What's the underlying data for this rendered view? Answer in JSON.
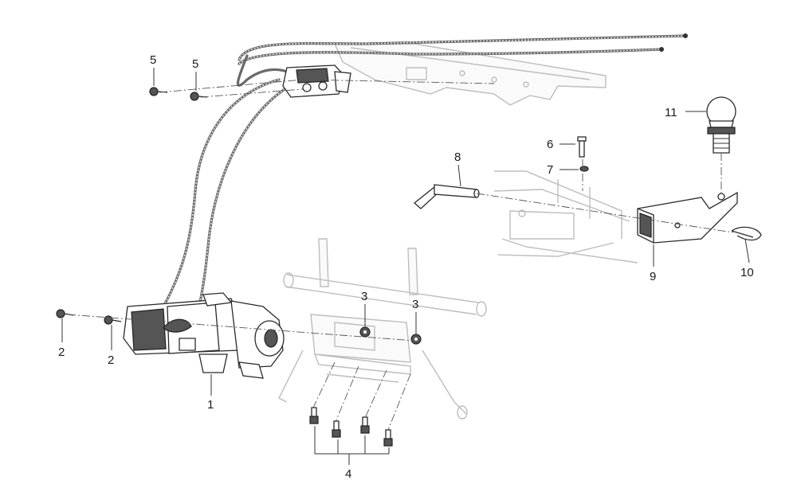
{
  "callouts": {
    "c1": "1",
    "c2a": "2",
    "c2b": "2",
    "c3a": "3",
    "c3b": "3",
    "c4": "4",
    "c5a": "5",
    "c5b": "5",
    "c6": "6",
    "c7": "7",
    "c8": "8",
    "c9": "9",
    "c10": "10",
    "c11": "11"
  }
}
